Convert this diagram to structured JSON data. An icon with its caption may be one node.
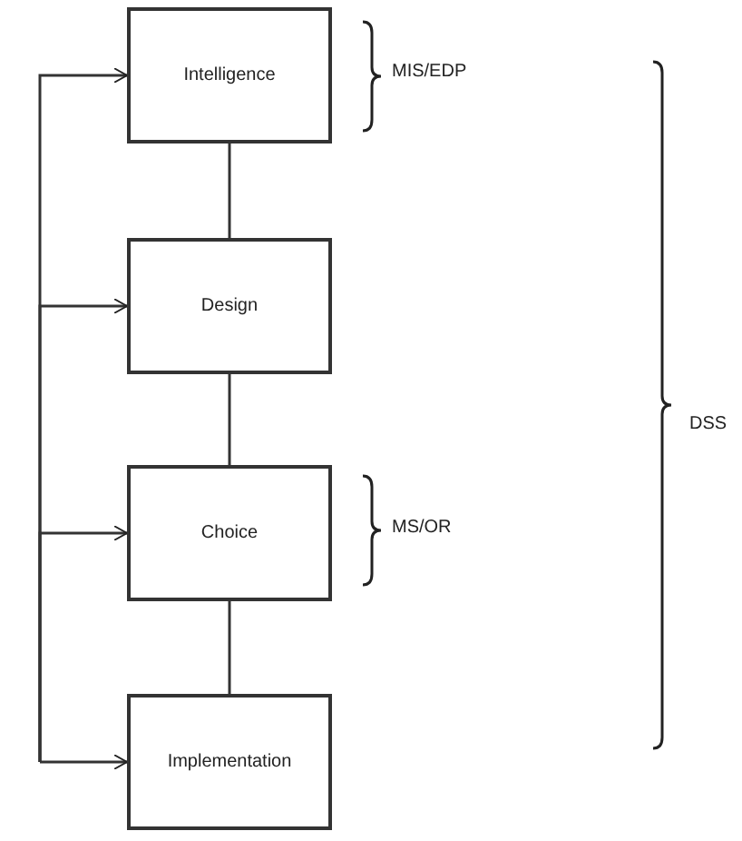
{
  "diagram": {
    "nodes": [
      {
        "text": [
          "Intelligence"
        ]
      },
      {
        "text": [
          "Design"
        ]
      },
      {
        "text": [
          "Choice"
        ]
      },
      {
        "text": [
          "Implementation"
        ]
      }
    ],
    "edges": [
      {
        "from": 0,
        "to": 1,
        "arrow": "none"
      },
      {
        "from": 1,
        "to": 2,
        "arrow": "none"
      },
      {
        "from": 2,
        "to": 3,
        "arrow": "none"
      },
      {
        "from": null,
        "to": 0,
        "arrow": "to"
      },
      {
        "from": null,
        "to": 1,
        "arrow": "to"
      },
      {
        "from": null,
        "to": 2,
        "arrow": "to"
      },
      {
        "from": null,
        "to": 3,
        "arrow": "to"
      }
    ],
    "labels": [
      "MIS/EDP",
      "DSS",
      "MS/OR"
    ]
  }
}
